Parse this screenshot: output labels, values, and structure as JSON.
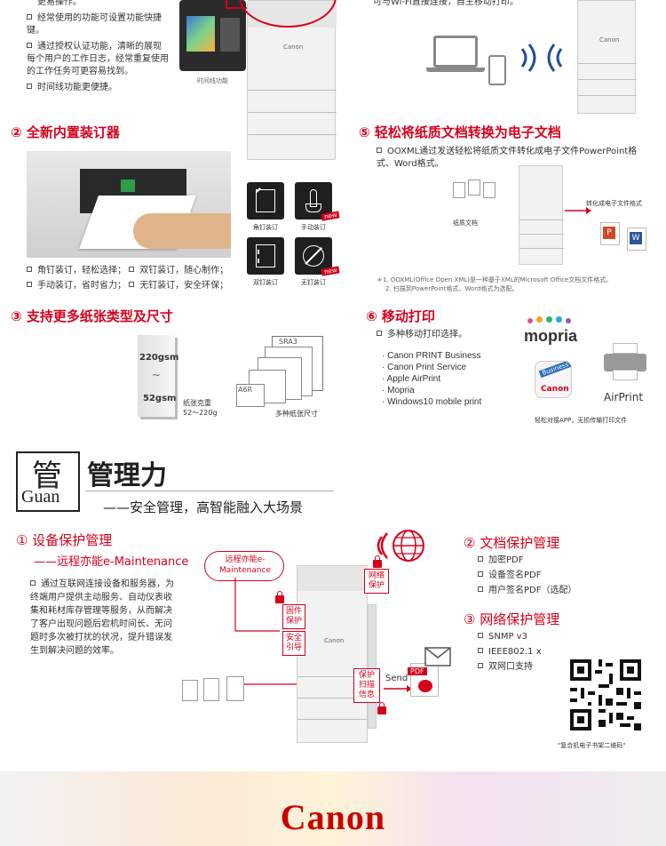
{
  "top": {
    "left_bullets": [
      "更易操作。",
      "经常使用的功能可设置功能快捷键。",
      "通过授权认证功能，清晰的展现每个用户的工作日志，经常重复使用的工作任务可更容易找到。",
      "时间线功能更便捷。"
    ],
    "timeline_label": "时间线功能",
    "wifi_text": "可与Wi-Fi直接连接，自主移动打印。"
  },
  "sec2": {
    "title": "② 全新内置装订器",
    "icons": [
      {
        "label": "角钉装订",
        "new": false
      },
      {
        "label": "手动装订",
        "new": true
      },
      {
        "label": "双钉装订",
        "new": false
      },
      {
        "label": "无钉装订",
        "new": true
      }
    ],
    "new_badge": "new",
    "bullets": [
      [
        "角钉装订，轻松选择；",
        "双钉装订，随心制作；"
      ],
      [
        "手动装订，省时省力；",
        "无钉装订，安全环保；"
      ]
    ]
  },
  "sec5": {
    "title": "⑤ 轻松将纸质文档转换为电子文档",
    "bullet": "OOXML通过发送轻松将纸质文件转化成电子文件PowerPoint格式、Word格式。",
    "paper_label": "纸质文档",
    "convert_label": "转化成电子文件格式",
    "note1": "＊1. OOXML(Office Open XML)是一种基于XML的Microsoft Office文档文件格式。",
    "note2": "2. 扫描到PowerPoint格式、Word格式为选配。"
  },
  "sec3": {
    "title": "③ 支持更多纸张类型及尺寸",
    "gsm_top": "220gsm",
    "gsm_bottom": "52gsm",
    "weight_label": "纸张克重",
    "weight_range": "52～220g",
    "size_sra3": "SRA3",
    "size_a6r": "A6R",
    "size_label": "多种纸张尺寸"
  },
  "sec6": {
    "title": "⑥ 移动打印",
    "bullet": "多种移动打印选择。",
    "items": [
      "Canon PRINT Business",
      "Canon Print Service",
      "Apple AirPrint",
      "Mopria",
      "Windows10 mobile print"
    ],
    "mopria": "mopria",
    "business": "Business",
    "canon_app": "Canon",
    "airprint": "AirPrint",
    "caption": "轻松对接APP，无损传输打印文件"
  },
  "guan": {
    "logo_char": "管",
    "logo_word": "Guan",
    "title": "管理力",
    "subtitle": "——安全管理，高智能融入大场景"
  },
  "mgmt1": {
    "title": "① 设备保护管理",
    "subtitle": "——远程亦能e-Maintenance",
    "cloud": "远程亦能e-Maintenance",
    "body": "通过互联网连接设备和服务器，为终端用户提供主动服务、自动仪表收集和耗材库存管理等服务，从而解决了客户出现问题后宕机时间长、无问题时多次被打扰的状况，提升错误发生到解决问题的效率。",
    "box_network": "网络保护",
    "box_firmware": "固件保护",
    "box_secure": "安全引导",
    "box_scan": "保护扫描信息",
    "send": "Send",
    "pdf": "PDF"
  },
  "mgmt2": {
    "title": "② 文档保护管理",
    "items": [
      "加密PDF",
      "设备签名PDF",
      "用户签名PDF（选配）"
    ]
  },
  "mgmt3": {
    "title": "③ 网络保护管理",
    "items": [
      "SNMP v3",
      "IEEE802.1 x",
      "双网口支持"
    ]
  },
  "qr_caption": "\"复合机电子书架二维码\"",
  "brand": "Canon",
  "colors": {
    "accent": "#d6001c"
  }
}
